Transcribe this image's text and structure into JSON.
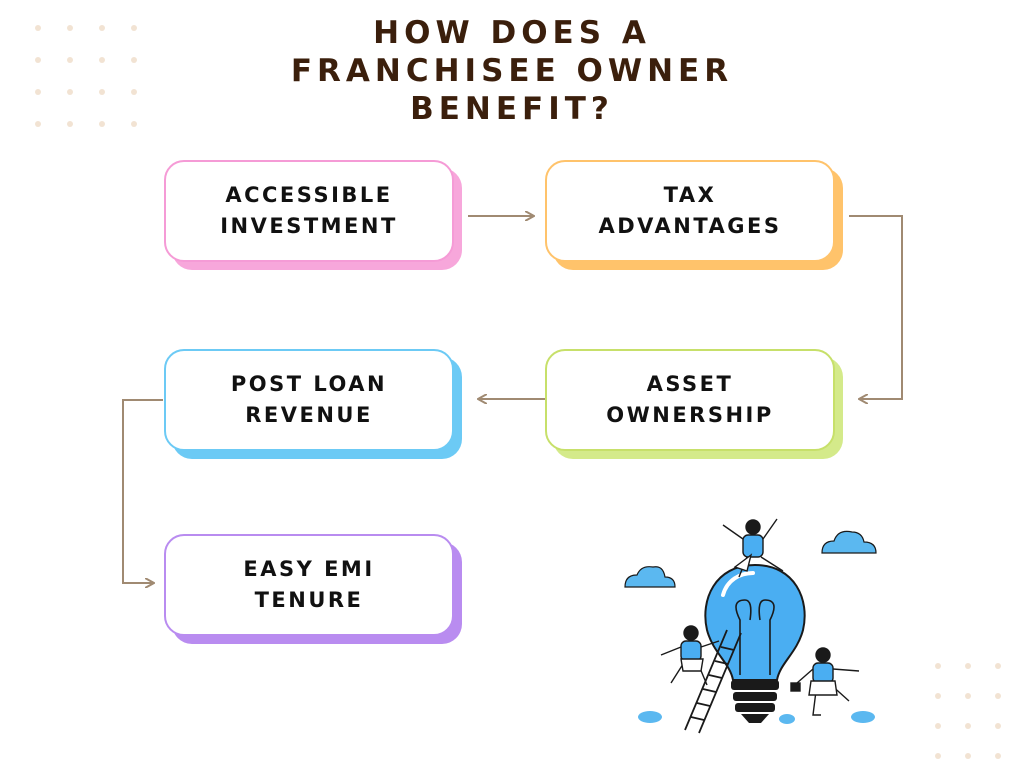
{
  "title": {
    "line1": "HOW DOES A",
    "line2": "FRANCHISEE OWNER",
    "line3": "BENEFIT?"
  },
  "colors": {
    "title": "#3b1f0c",
    "connector": "#a08a72",
    "pink": "#f59bd6",
    "orange": "#ffc36b",
    "green": "#cde67a",
    "blue": "#6ccaf5",
    "purple": "#b98cf0"
  },
  "steps": [
    {
      "id": "accessible-investment",
      "line1": "ACCESSIBLE",
      "line2": "INVESTMENT"
    },
    {
      "id": "tax-advantages",
      "line1": "TAX",
      "line2": "ADVANTAGES"
    },
    {
      "id": "asset-ownership",
      "line1": "ASSET",
      "line2": "OWNERSHIP"
    },
    {
      "id": "post-loan-revenue",
      "line1": "POST LOAN",
      "line2": "REVENUE"
    },
    {
      "id": "easy-emi-tenure",
      "line1": "EASY EMI",
      "line2": "TENURE"
    }
  ],
  "illustration": "lightbulb-teamwork-illustration"
}
